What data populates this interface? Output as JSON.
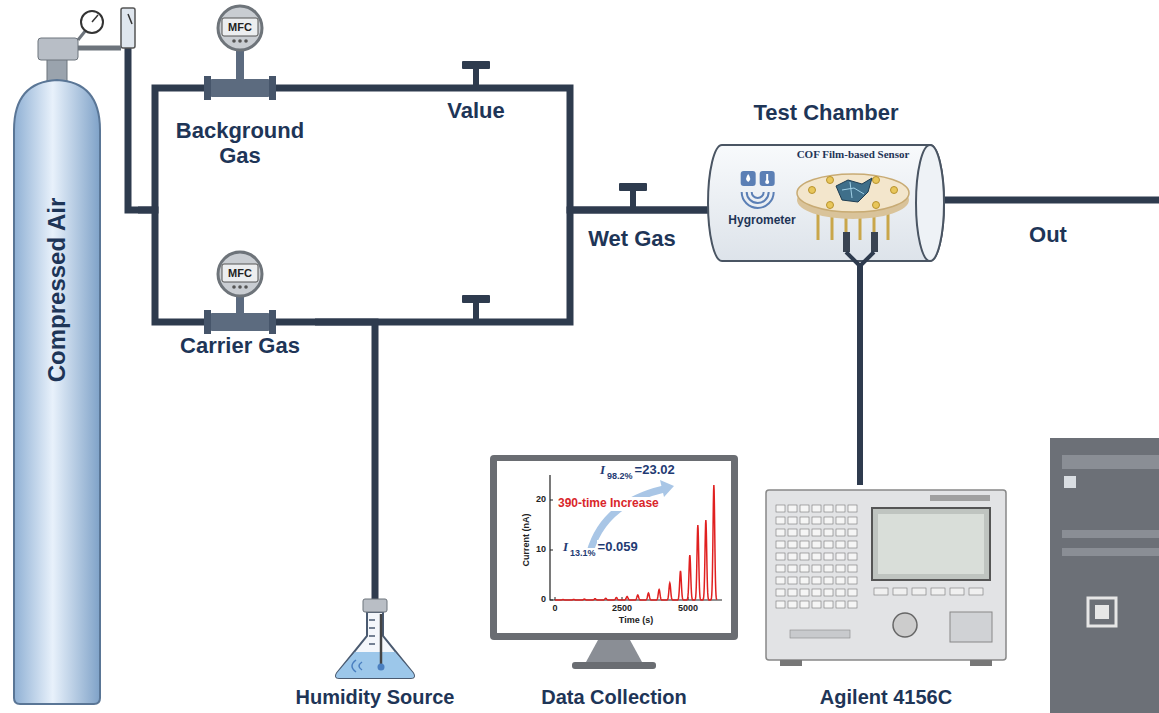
{
  "diagram": {
    "nodes": [
      {
        "text": [
          "Compressed Air"
        ]
      },
      {
        "text": [
          "MFC",
          "Background Gas"
        ]
      },
      {
        "text": [
          "MFC",
          "Carrier Gas"
        ]
      },
      {
        "text": [
          "Humidity Source"
        ]
      },
      {
        "text": [
          "Test Chamber"
        ]
      },
      {
        "text": [
          "COF Film-based Sensor"
        ],
        "in": 4
      },
      {
        "text": [
          "Hygrometer"
        ],
        "in": 4
      },
      {
        "text": [
          "Data Collection"
        ]
      },
      {
        "text": [
          "Agilent 4156C"
        ]
      }
    ],
    "edges": [
      {
        "from": 0,
        "to": 1,
        "arrow": "none"
      },
      {
        "from": 0,
        "to": 2,
        "arrow": "none"
      },
      {
        "from": 1,
        "to": 4,
        "arrow": "none"
      },
      {
        "from": 2,
        "to": 4,
        "arrow": "none"
      },
      {
        "from": 2,
        "to": 3,
        "arrow": "none"
      },
      {
        "from": 4,
        "to": 8,
        "arrow": "none"
      }
    ],
    "labels": [
      "Value",
      "Wet Gas",
      "Out",
      "I",
      "98.2%",
      "=23.02",
      "390-time Increase",
      "I",
      "13.1%",
      "=0.059",
      "Current (nA)",
      "20",
      "10",
      "0",
      "0",
      "2500",
      "5000",
      "Time (s)"
    ]
  }
}
